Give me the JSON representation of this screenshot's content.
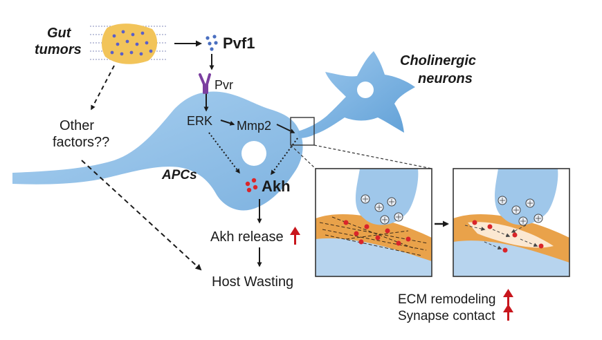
{
  "labels": {
    "gut_tumors_line1": "Gut",
    "gut_tumors_line2": "tumors",
    "pvf1": "Pvf1",
    "pvr": "Pvr",
    "erk": "ERK",
    "mmp2": "Mmp2",
    "other_factors_line1": "Other",
    "other_factors_line2": "factors??",
    "apcs": "APCs",
    "akh": "Akh",
    "akh_release": "Akh release",
    "host_wasting": "Host Wasting",
    "cholinergic_line1": "Cholinergic",
    "cholinergic_line2": "neurons",
    "ecm_remodeling": "ECM remodeling",
    "synapse_contact": "Synapse contact"
  },
  "colors": {
    "cell_blue": "#9fc7ea",
    "cell_blue_dark": "#6ea6d8",
    "tumor_yellow": "#f2c45a",
    "tumor_dot": "#5a5fc8",
    "pvf_dot": "#4a6fc0",
    "receptor_purple": "#7b3fa0",
    "akh_red": "#d9252a",
    "ecm_orange": "#e9a24a",
    "up_arrow_red": "#c8161d"
  }
}
